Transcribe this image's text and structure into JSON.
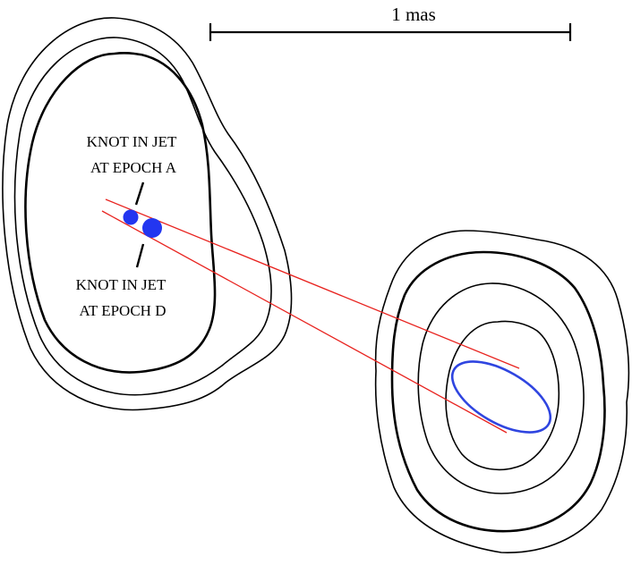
{
  "scale_bar": {
    "label": "1 mas"
  },
  "labels": {
    "knot_epoch_a": [
      "KNOT IN JET",
      "AT EPOCH A"
    ],
    "knot_epoch_d": [
      "KNOT IN JET",
      "AT EPOCH D"
    ]
  },
  "colors": {
    "contour": "#000000",
    "knot": "#2336f0",
    "ellipse": "#2f45e0",
    "jet_lines": "#e8231f"
  }
}
